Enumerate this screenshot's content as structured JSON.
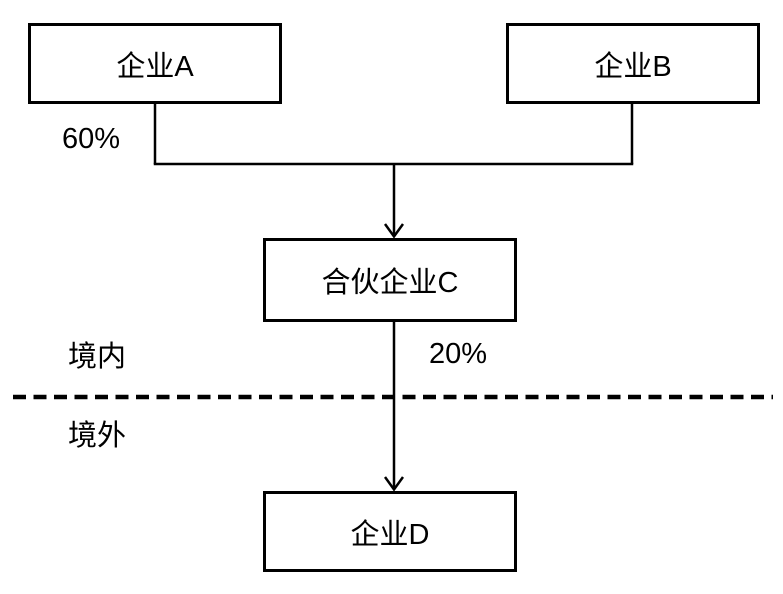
{
  "diagram": {
    "title": "ownership-structure-diagram",
    "boxes": {
      "a": {
        "label": "企业A"
      },
      "b": {
        "label": "企业B"
      },
      "c": {
        "label": "合伙企业C"
      },
      "d": {
        "label": "企业D"
      }
    },
    "labels": {
      "ownership_a_to_c": "60%",
      "ownership_c_to_d": "20%",
      "region_above_line": "境内",
      "region_below_line": "境外"
    },
    "edges": [
      {
        "from": "a",
        "to": "c",
        "label": "60%",
        "arrow": true
      },
      {
        "from": "b",
        "to": "c",
        "label": "",
        "arrow": true
      },
      {
        "from": "c",
        "to": "d",
        "label": "20%",
        "arrow": true
      }
    ],
    "colors": {
      "line": "#000000",
      "background": "#ffffff",
      "text": "#000000"
    }
  }
}
